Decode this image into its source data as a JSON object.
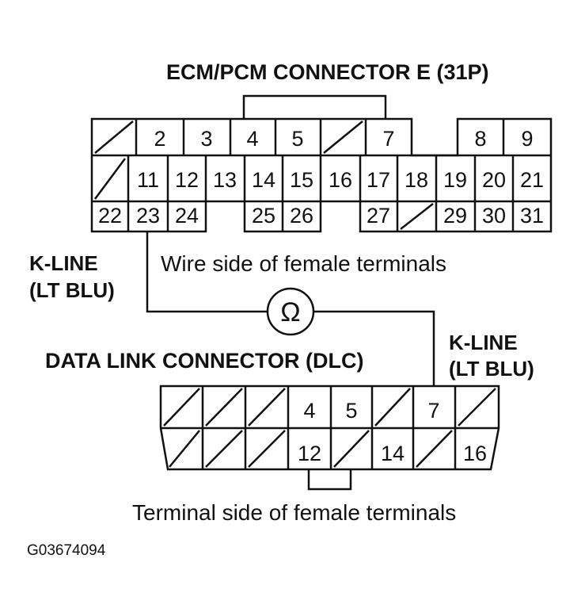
{
  "ecm": {
    "title": "ECM/PCM CONNECTOR E (31P)",
    "side_note": "Wire side of female terminals",
    "row1": [
      "2",
      "3",
      "4",
      "5",
      "7",
      "8",
      "9"
    ],
    "row2": [
      "11",
      "12",
      "13",
      "14",
      "15",
      "16",
      "17",
      "18",
      "19",
      "20",
      "21"
    ],
    "row3": [
      "22",
      "23",
      "24",
      "25",
      "26",
      "27",
      "29",
      "30",
      "31"
    ]
  },
  "labels": {
    "kline_left_1": "K-LINE",
    "kline_left_2": "(LT BLU)",
    "kline_right_1": "K-LINE",
    "kline_right_2": "(LT BLU)",
    "ohm_symbol": "Ω"
  },
  "dlc": {
    "title": "DATA LINK CONNECTOR (DLC)",
    "side_note": "Terminal side of female terminals",
    "row1": [
      "4",
      "5",
      "7"
    ],
    "row2": [
      "12",
      "14",
      "16"
    ]
  },
  "figure_id": "G03674094"
}
